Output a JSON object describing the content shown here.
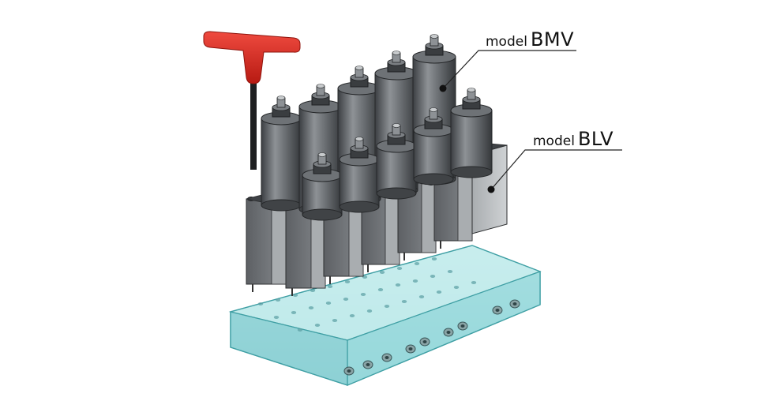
{
  "callouts": {
    "bmv": {
      "prefix": "model",
      "code": "BMV"
    },
    "blv": {
      "prefix": "model",
      "code": "BLV"
    }
  },
  "colors": {
    "handle": "#d9251c",
    "body_dark": "#5a5d61",
    "body_mid": "#8b8f93",
    "block_light": "#b9bcbf",
    "manifold": "#8fd3d6",
    "manifold_edge": "#3f9fa4",
    "leader": "#222222"
  },
  "icons": {
    "tool": "t-handle-hex-key-icon",
    "dot": "callout-dot-icon"
  }
}
